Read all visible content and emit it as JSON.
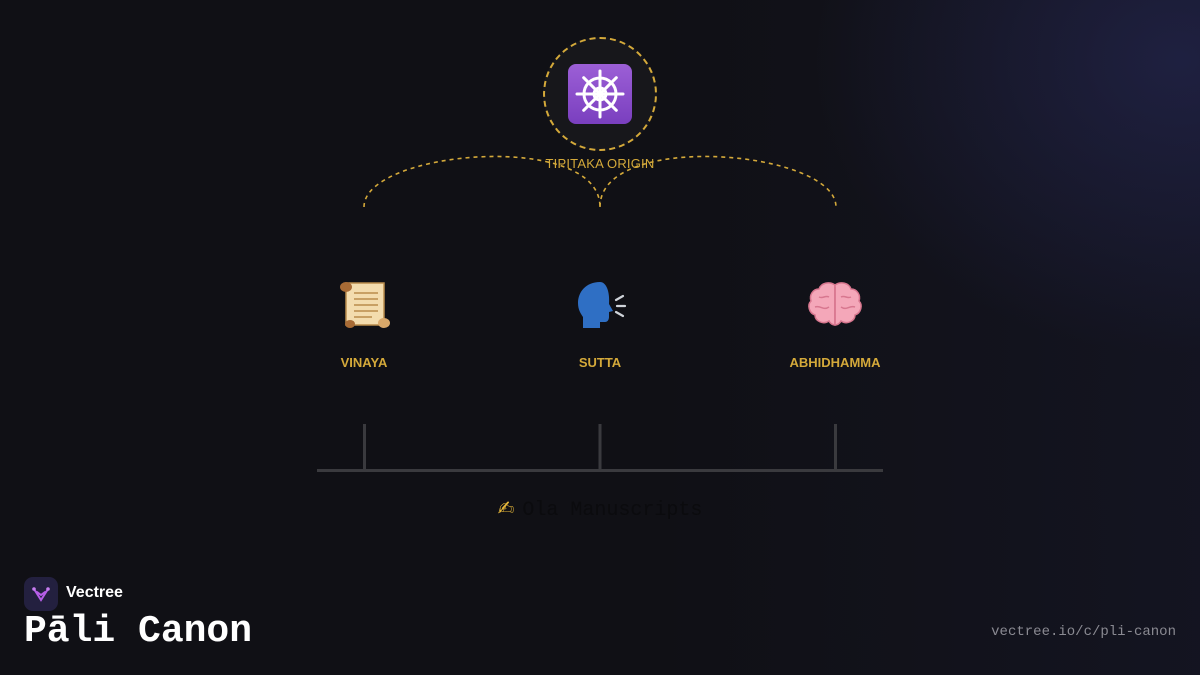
{
  "origin": {
    "label": "TIPITAKA ORIGIN",
    "icon": "dharma-wheel-icon"
  },
  "branches": [
    {
      "label": "VINAYA",
      "icon": "scroll-icon"
    },
    {
      "label": "SUTTA",
      "icon": "speaking-head-icon"
    },
    {
      "label": "ABHIDHAMMA",
      "icon": "brain-icon"
    }
  ],
  "footer": {
    "text": "Ola Manuscripts",
    "icon": "writing-hand-icon"
  },
  "brand": {
    "name": "Vectree"
  },
  "page": {
    "title": "Pāli Canon",
    "url": "vectree.io/c/pli-canon"
  },
  "colors": {
    "background": "#101015",
    "accent": "#d4a93a",
    "connector": "#3a3a3e",
    "origin_icon_bg": "#8a4fcc"
  }
}
